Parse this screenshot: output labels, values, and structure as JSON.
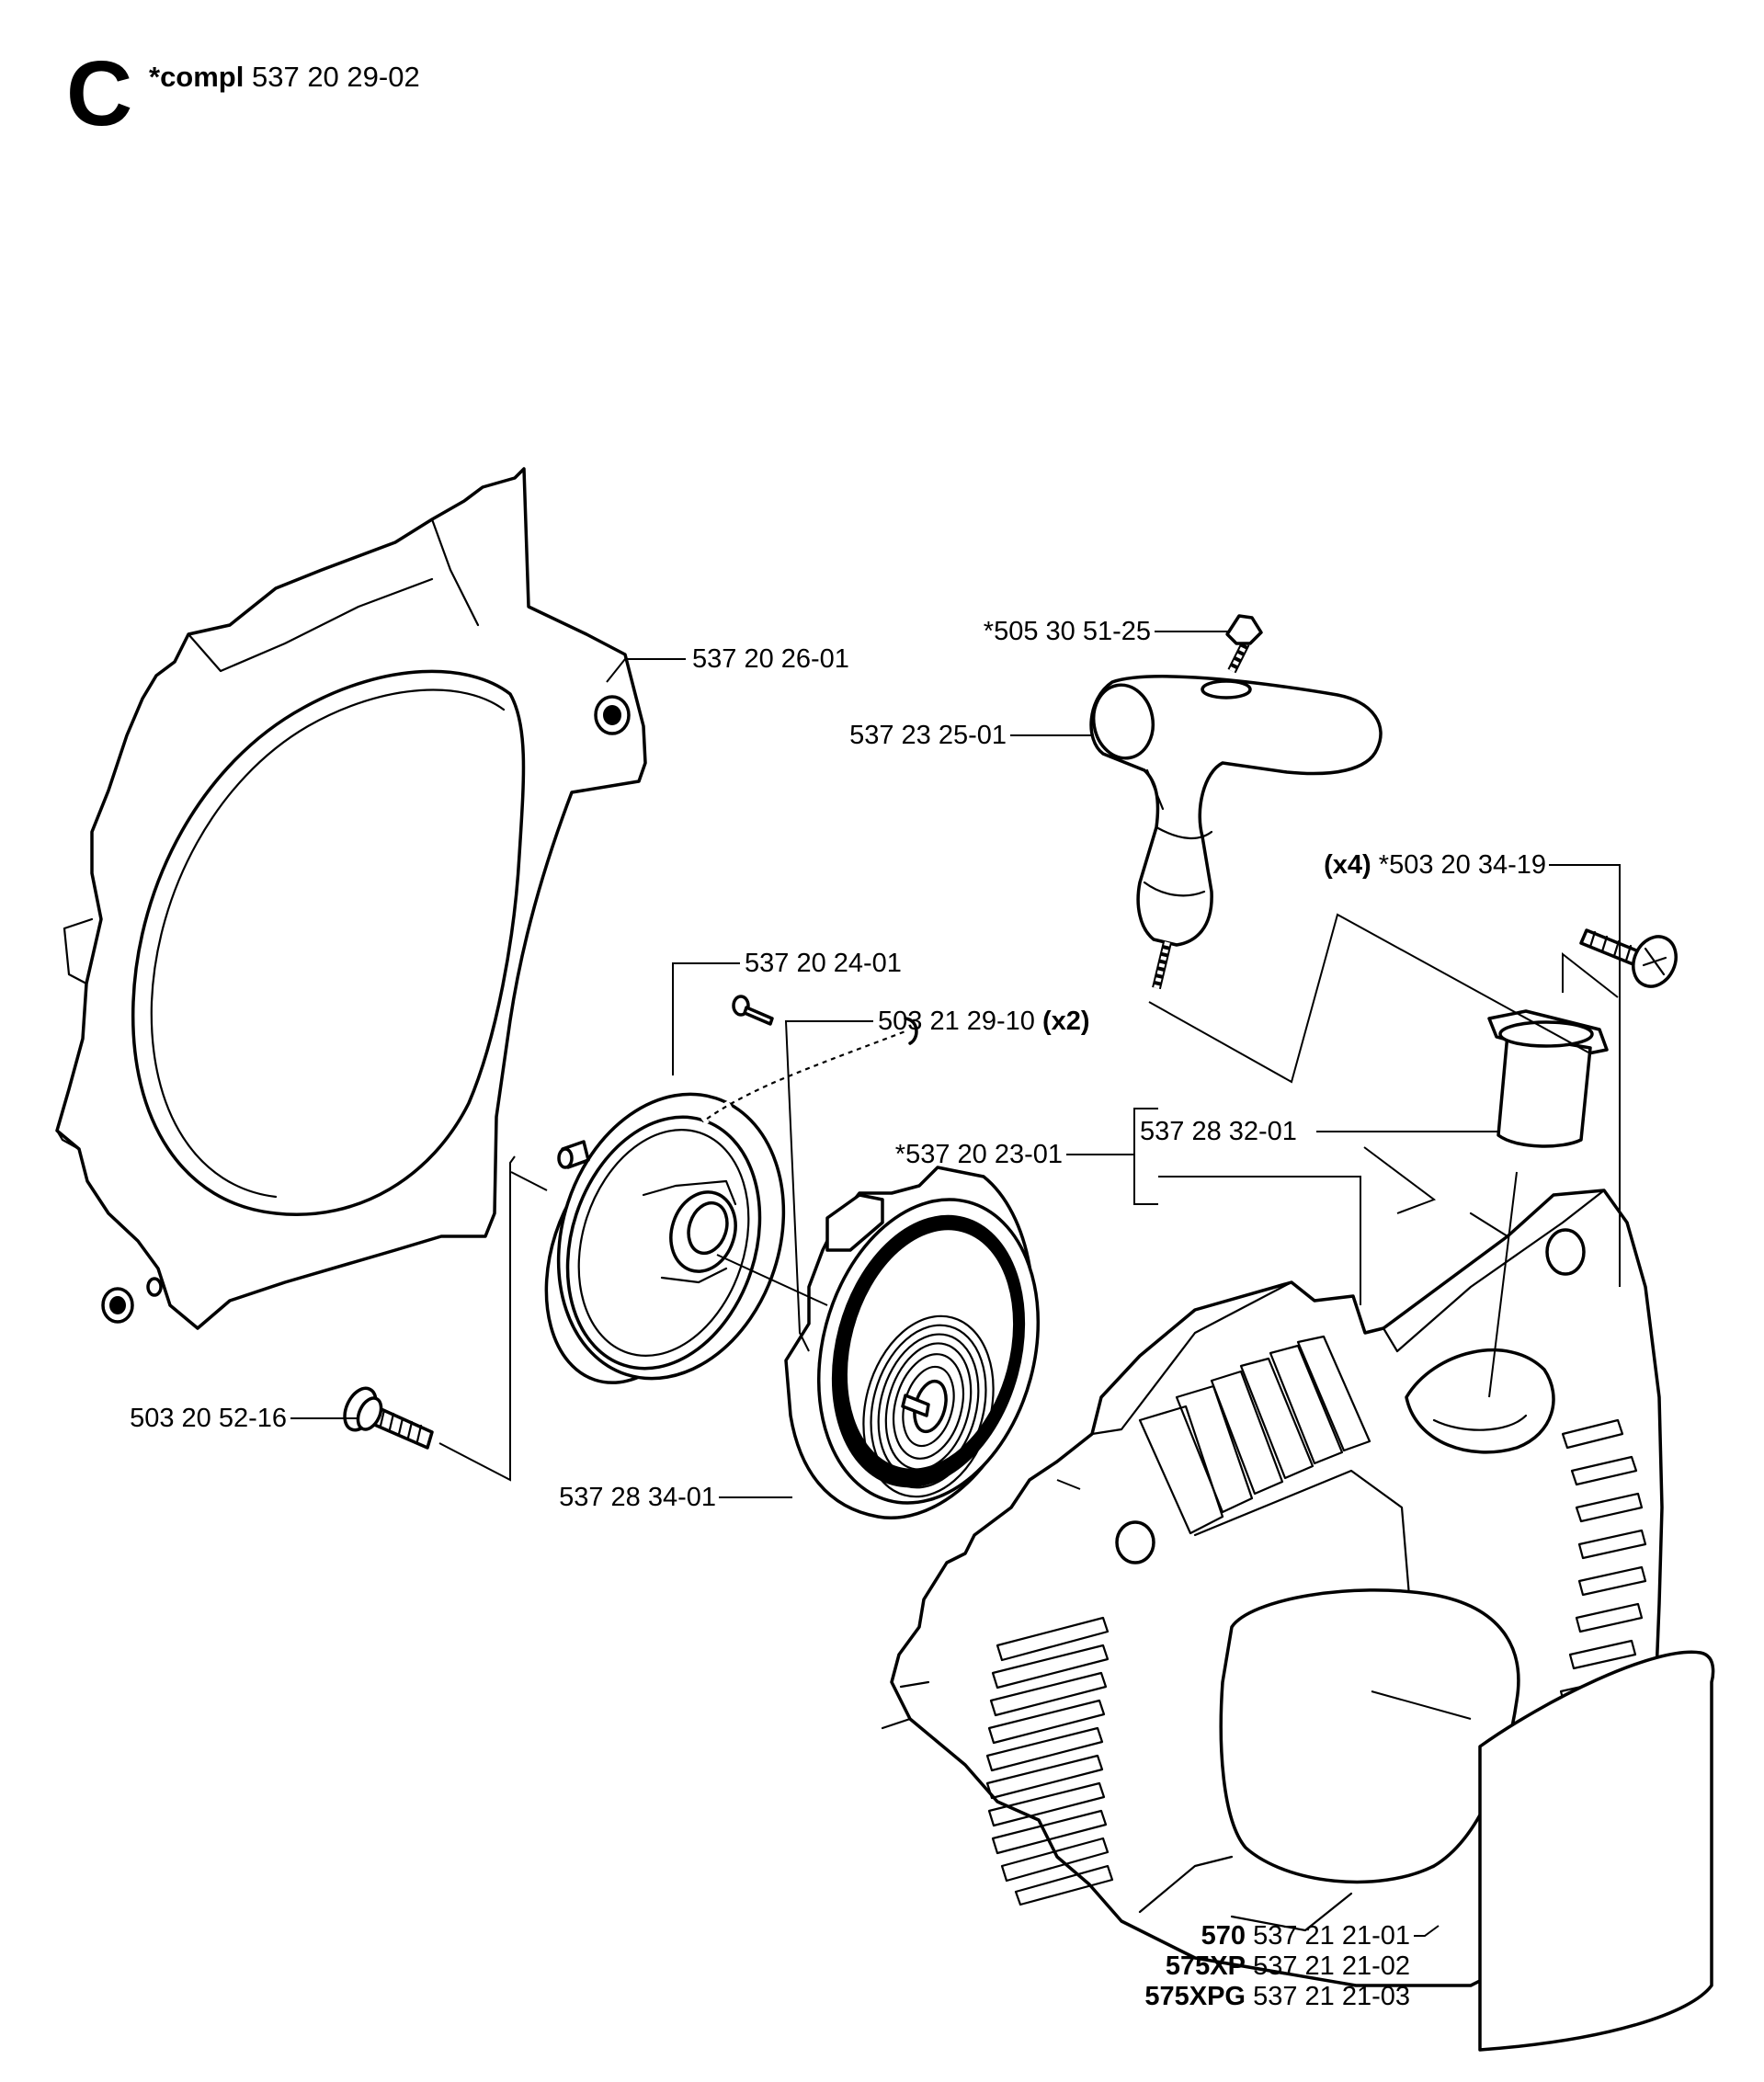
{
  "header": {
    "section_letter": "C",
    "assembly_prefix": "*compl",
    "assembly_number": "537 20 29-02"
  },
  "callouts": {
    "fan_cover": "537 20 26-01",
    "cord_guide_fastener": "*505 30 51-25",
    "handle": "537 23 25-01",
    "screw_x4_qty": "(x4)",
    "screw_x4_part": "*503 20 34-19",
    "pulley": "537 20 24-01",
    "small_screw_part": "503 21 29-10",
    "small_screw_qty": "(x2)",
    "bushing": "537 28 32-01",
    "starter_assembly": "*537 20 23-01",
    "shoulder_bolt": "503 20 52-16",
    "spring_cassette": "537 28 34-01"
  },
  "housing_variants": [
    {
      "model": "570",
      "part": "537 21 21-01"
    },
    {
      "model": "575XP",
      "part": "537 21 21-02"
    },
    {
      "model": "575XPG",
      "part": "537 21 21-03"
    }
  ]
}
